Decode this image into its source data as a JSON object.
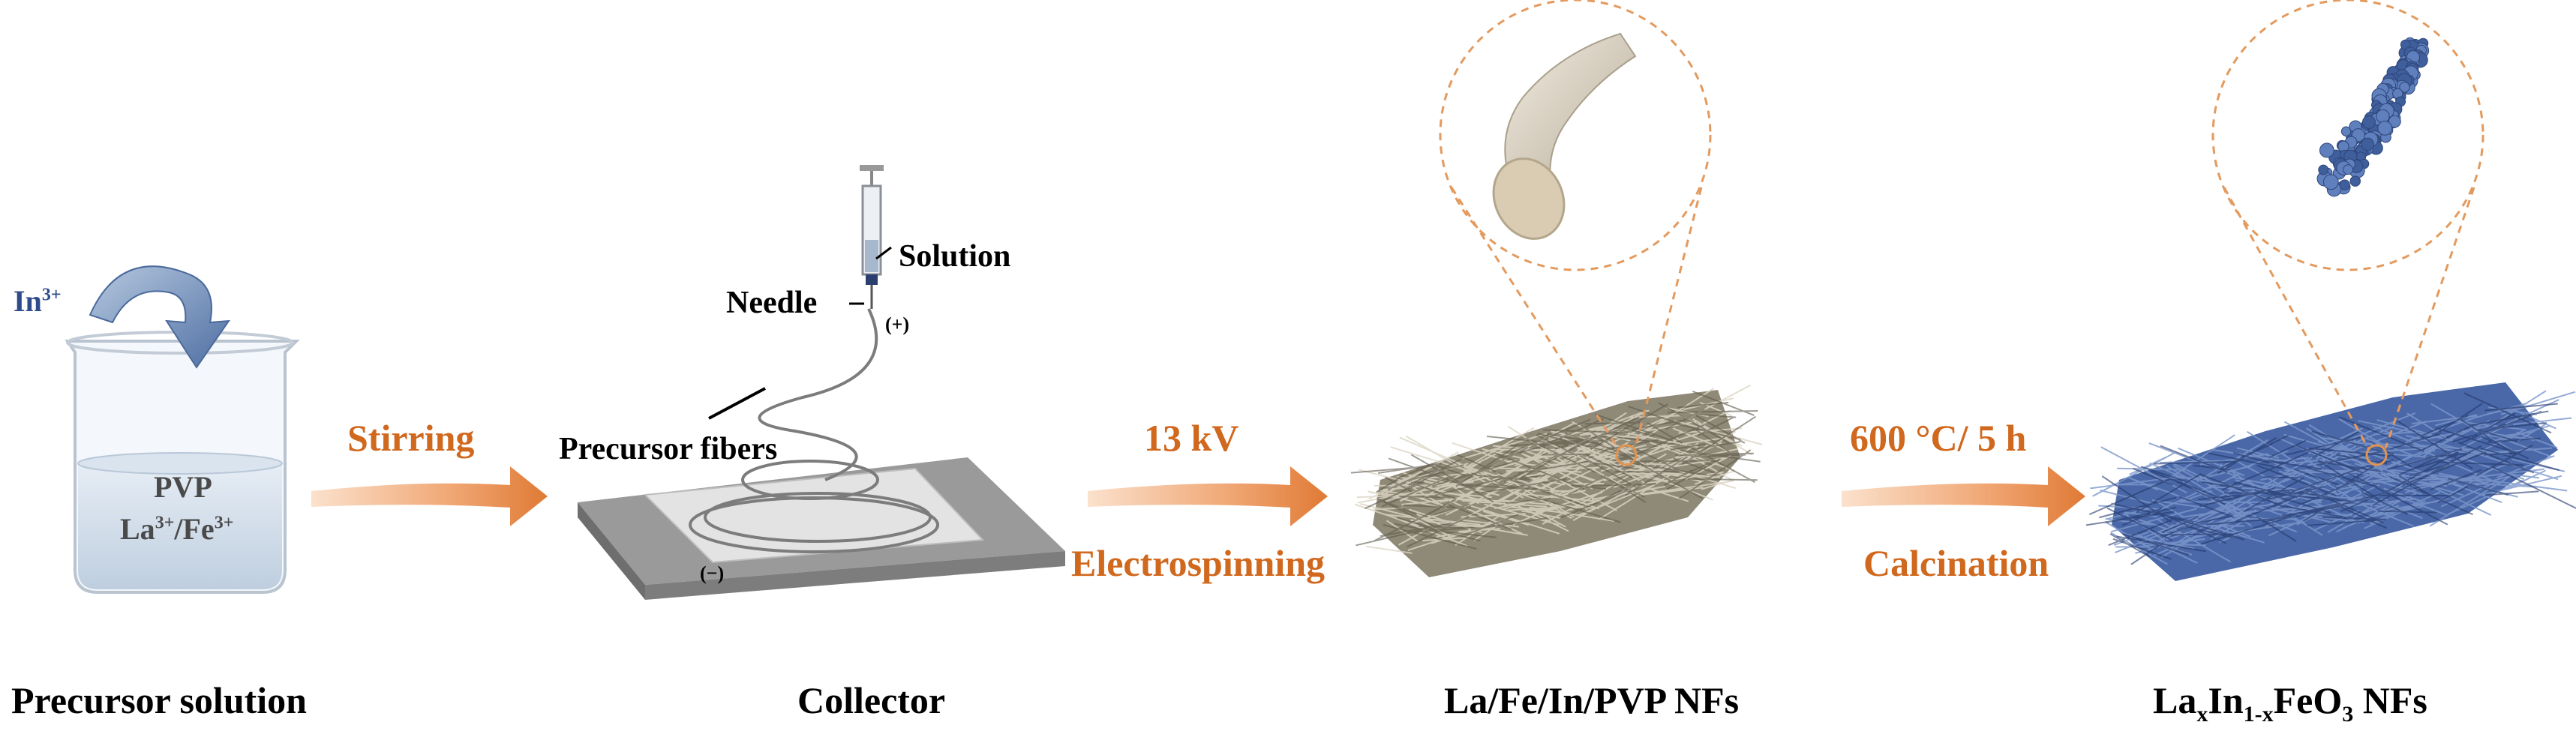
{
  "beaker": {
    "ion_base": "In",
    "ion_sup": "3+",
    "polymer": "PVP",
    "la_base": "La",
    "la_sup": "3+",
    "sep": "/Fe",
    "fe_sup": "3+"
  },
  "needle_labels": {
    "solution": "Solution",
    "needle": "Needle",
    "plus": "(+)",
    "fibers": "Precursor fibers",
    "minus": "(−)"
  },
  "arrows": {
    "stirring": "Stirring",
    "voltage": "13 kV",
    "electrospinning": "Electrospinning",
    "temperature": "600 °C/ 5 h",
    "calcination": "Calcination"
  },
  "captions": {
    "precursor": "Precursor solution",
    "collector": "Collector",
    "fibers": "La/Fe/In/PVP  NFs",
    "final_la": "La",
    "final_x": "x",
    "final_in": "In",
    "final_1x": "1-x",
    "final_fe": "FeO",
    "final_3": "3",
    "final_nfs": " NFs"
  },
  "colors": {
    "accent_orange": "#d0681e",
    "ion_blue": "#2e4c8c",
    "fiber_beige": "#8a8472",
    "oxide_blue": "#4a68a8"
  }
}
